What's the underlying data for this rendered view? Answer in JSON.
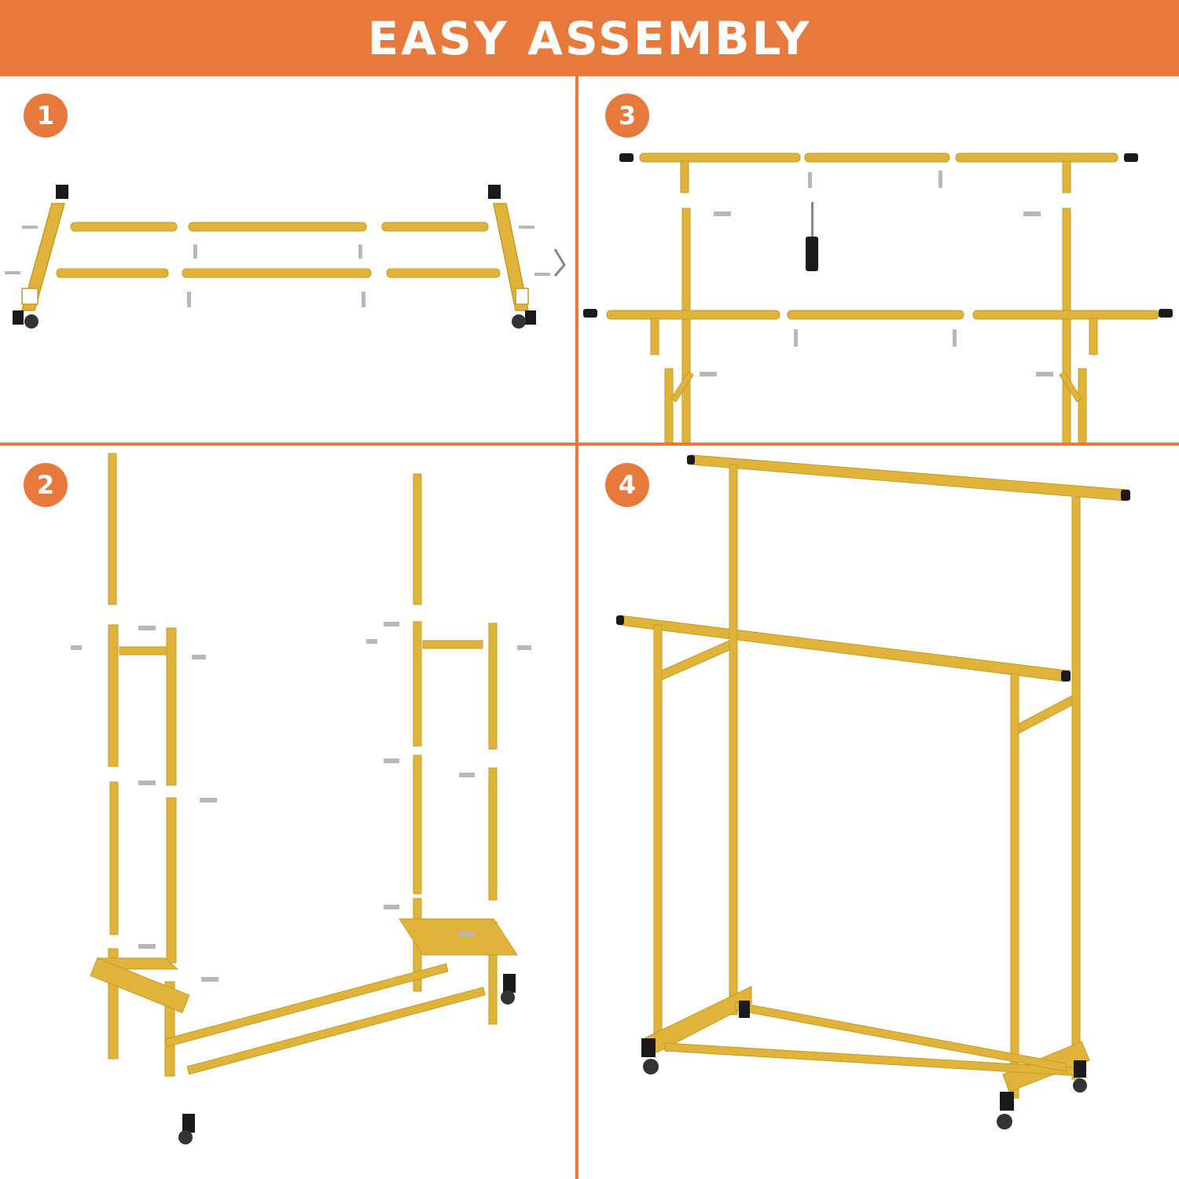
{
  "header": {
    "title": "EASY ASSEMBLY"
  },
  "steps": [
    {
      "number": "1"
    },
    {
      "number": "2"
    },
    {
      "number": "3"
    },
    {
      "number": "4"
    }
  ],
  "colors": {
    "accent": "#e8793c",
    "gold": "#e0b43a",
    "gold_dark": "#c79a22",
    "cap": "#1a1a1a",
    "screw": "#b8b8b8"
  },
  "icons": [
    "screw-icon",
    "screwdriver-icon",
    "hex-key-icon",
    "caster-wheel-icon",
    "end-cap-icon"
  ]
}
